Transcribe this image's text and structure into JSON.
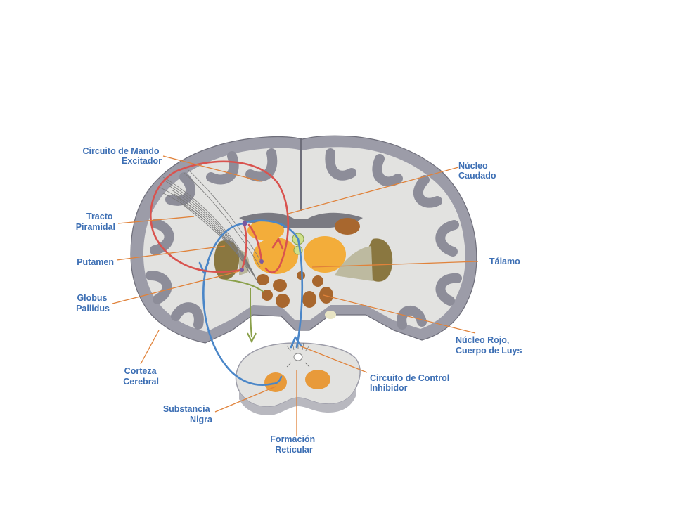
{
  "colors": {
    "label": "#3d6fb4",
    "leader": "#e0823a",
    "excitatory_circuit": "#d9534f",
    "inhibitory_circuit": "#4a86c8",
    "cortex": "#9c9ca8",
    "white_matter": "#e2e2e0",
    "caudate": "#f3ad3a",
    "thalamus": "#f3ad3a",
    "putamen": "#8a7740",
    "red_nucleus": "#a8672e"
  },
  "labels": {
    "circuito_mando": [
      "Circuito de Mando",
      "Excitador"
    ],
    "tracto_piramidal": [
      "Tracto",
      "Piramidal"
    ],
    "putamen": [
      "Putamen"
    ],
    "globus_pallidus": [
      "Globus",
      "Pallidus"
    ],
    "corteza_cerebral": [
      "Corteza",
      "Cerebral"
    ],
    "substancia_nigra": [
      "Substancia",
      "Nigra"
    ],
    "formacion_reticular": [
      "Formación",
      "Reticular"
    ],
    "nucleo_caudado": [
      "Núcleo",
      "Caudado"
    ],
    "talamo": [
      "Tálamo"
    ],
    "nucleo_rojo": [
      "Núcleo Rojo,",
      "Cuerpo de Luys"
    ],
    "circuito_control": [
      "Circuito de Control",
      "Inhibidor"
    ]
  }
}
